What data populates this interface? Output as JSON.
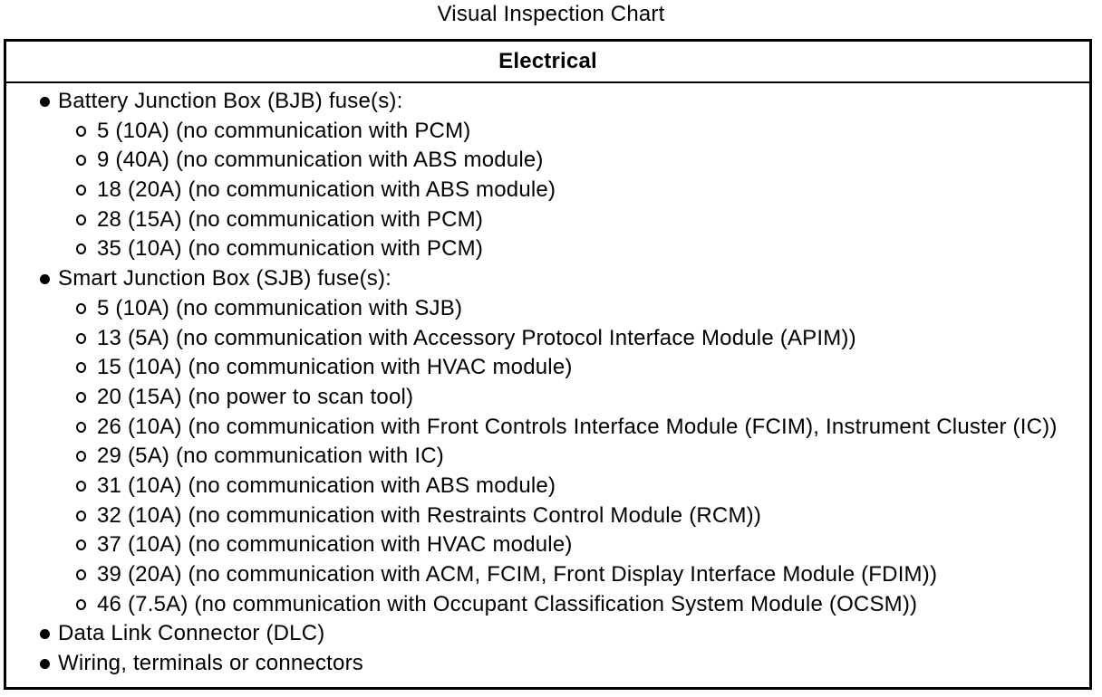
{
  "page": {
    "title": "Visual Inspection Chart"
  },
  "table": {
    "header": "Electrical",
    "sections": [
      {
        "label": "Battery Junction Box (BJB) fuse(s):",
        "items": [
          "5 (10A) (no communication with PCM)",
          "9 (40A) (no communication with ABS module)",
          "18 (20A) (no communication with ABS module)",
          "28 (15A) (no communication with PCM)",
          "35 (10A) (no communication with PCM)"
        ]
      },
      {
        "label": "Smart Junction Box (SJB) fuse(s):",
        "items": [
          "5 (10A) (no communication with SJB)",
          "13 (5A) (no communication with Accessory Protocol Interface Module (APIM))",
          "15 (10A) (no communication with HVAC module)",
          "20 (15A) (no power to scan tool)",
          "26 (10A) (no communication with Front Controls Interface Module (FCIM), Instrument Cluster (IC))",
          "29 (5A) (no communication with IC)",
          "31 (10A) (no communication with ABS module)",
          "32 (10A) (no communication with Restraints Control Module (RCM))",
          "37 (10A) (no communication with HVAC module)",
          "39 (20A) (no communication with ACM, FCIM, Front Display Interface Module (FDIM))",
          "46 (7.5A) (no communication with Occupant Classification System Module (OCSM))"
        ]
      },
      {
        "label": "Data Link Connector (DLC)",
        "items": []
      },
      {
        "label": "Wiring, terminals or connectors",
        "items": []
      }
    ]
  },
  "colors": {
    "text": "#000000",
    "border": "#000000",
    "background": "#ffffff"
  }
}
